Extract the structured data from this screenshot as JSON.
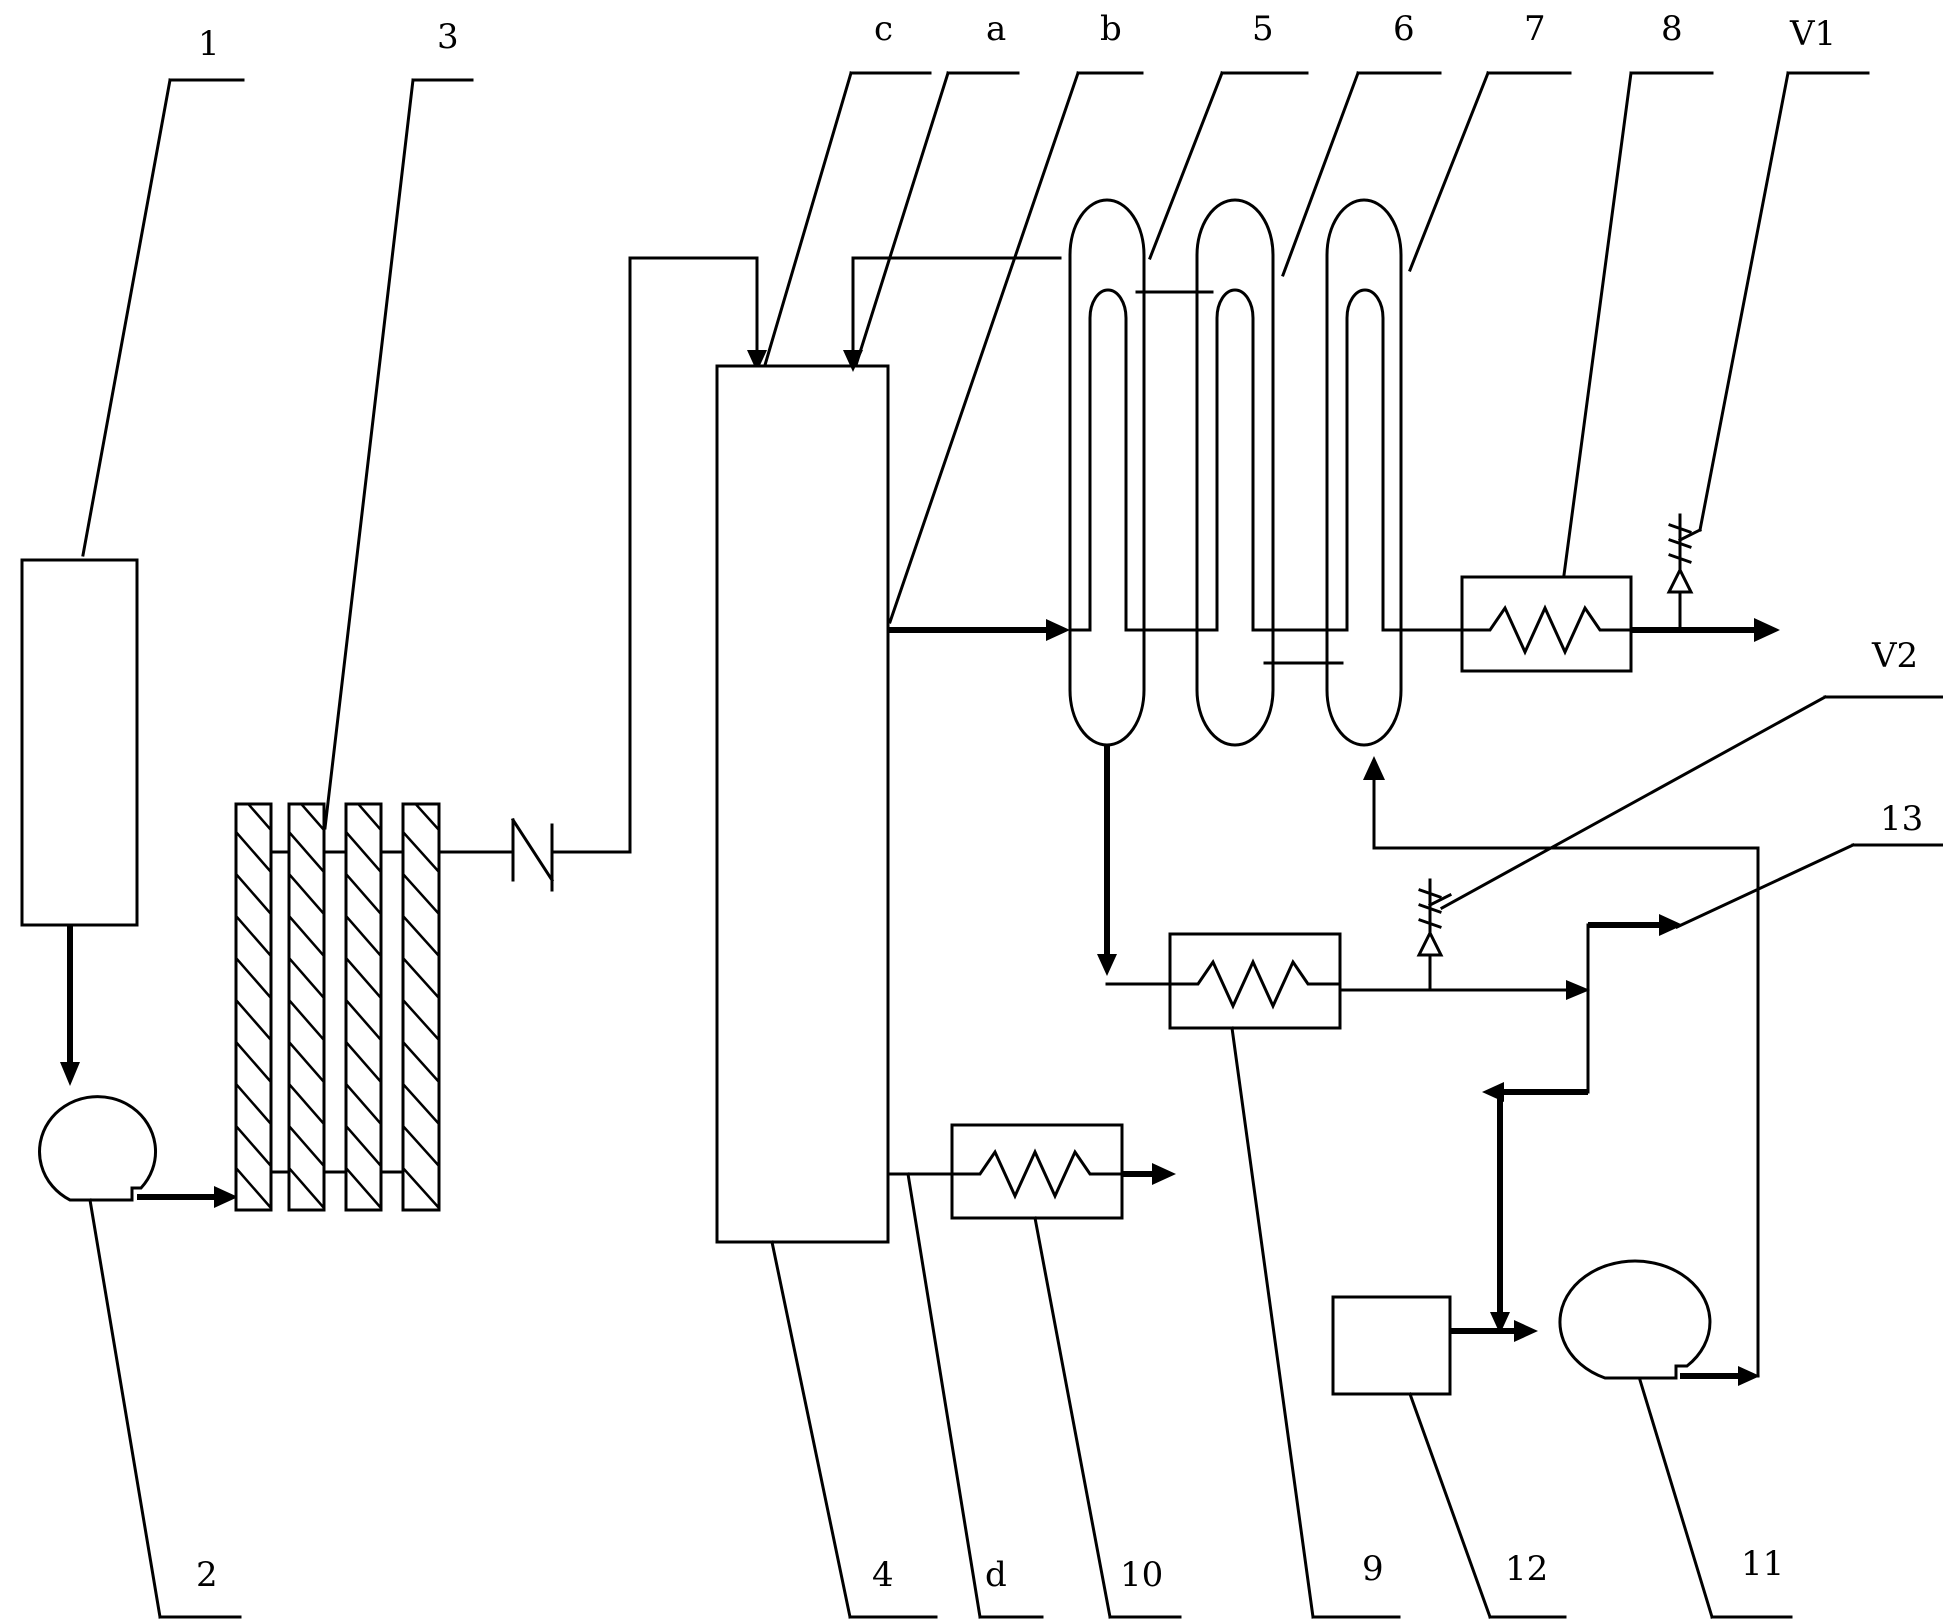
{
  "labels": {
    "l1": "1",
    "l2": "2",
    "l3": "3",
    "l4": "4",
    "l5": "5",
    "l6": "6",
    "l7": "7",
    "l8": "8",
    "l9": "9",
    "l10": "10",
    "l11": "11",
    "l12": "12",
    "l13": "13",
    "la": "a",
    "lb": "b",
    "lc": "c",
    "ld": "d",
    "lv1": "V1",
    "lv2": "V2"
  }
}
